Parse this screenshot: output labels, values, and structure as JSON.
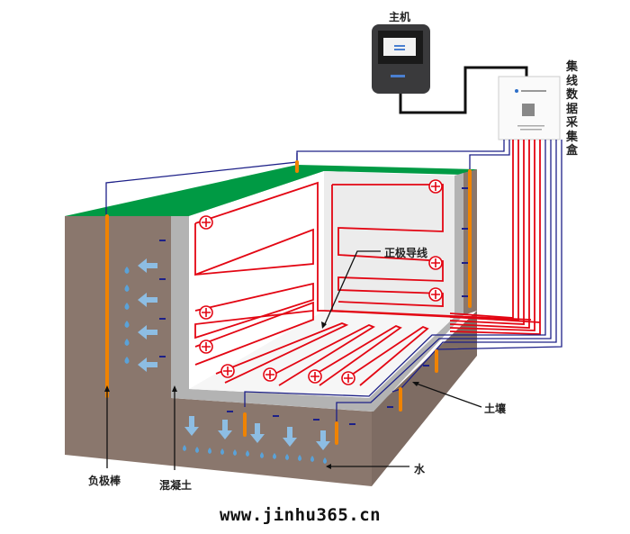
{
  "labels": {
    "host": "主机",
    "collector_box": "集线数据采集盒",
    "positive_wire": "正极导线",
    "soil": "土壤",
    "water": "水",
    "negative_rod": "负极棒",
    "concrete": "混凝土"
  },
  "website": "www.jinhu365.cn",
  "colors": {
    "soil": "#8a776d",
    "grass": "#009a44",
    "concrete": "#b3b3b3",
    "positive_wire": "#e30613",
    "negative_wire": "#1d2088",
    "rod": "#f08300",
    "water": "#7fb6de"
  }
}
